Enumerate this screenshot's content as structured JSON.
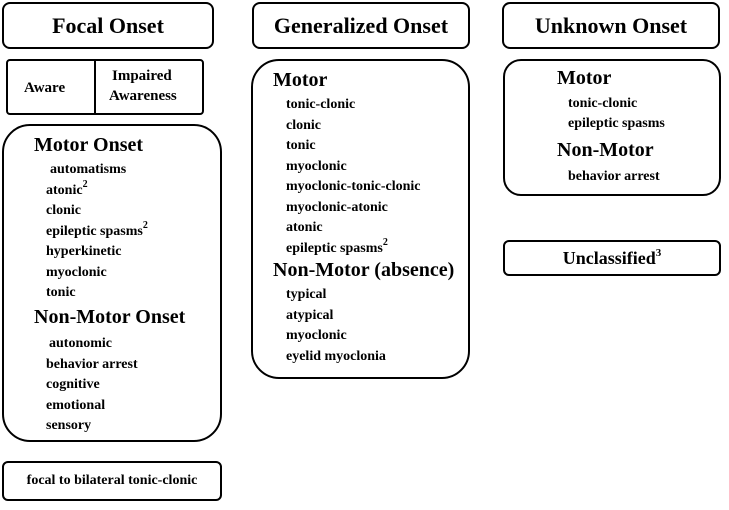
{
  "headers": {
    "focal": "Focal Onset",
    "generalized": "Generalized Onset",
    "unknown": "Unknown Onset"
  },
  "awareness": {
    "aware": "Aware",
    "impaired_line1": "Impaired",
    "impaired_line2": "Awareness"
  },
  "focal": {
    "motor_title": "Motor Onset",
    "motor_items": [
      {
        "text": "automatisms",
        "sup": ""
      },
      {
        "text": "atonic",
        "sup": "2"
      },
      {
        "text": "clonic",
        "sup": ""
      },
      {
        "text": "epileptic spasms",
        "sup": "2"
      },
      {
        "text": "hyperkinetic",
        "sup": ""
      },
      {
        "text": "myoclonic",
        "sup": ""
      },
      {
        "text": "tonic",
        "sup": ""
      }
    ],
    "nonmotor_title": "Non-Motor Onset",
    "nonmotor_items": [
      "autonomic",
      "behavior arrest",
      "cognitive",
      "emotional",
      "sensory"
    ]
  },
  "generalized": {
    "motor_title": "Motor",
    "motor_items": [
      {
        "text": "tonic-clonic",
        "sup": ""
      },
      {
        "text": "clonic",
        "sup": ""
      },
      {
        "text": "tonic",
        "sup": ""
      },
      {
        "text": "myoclonic",
        "sup": ""
      },
      {
        "text": "myoclonic-tonic-clonic",
        "sup": ""
      },
      {
        "text": "myoclonic-atonic",
        "sup": ""
      },
      {
        "text": "atonic",
        "sup": ""
      },
      {
        "text": "epileptic spasms",
        "sup": "2"
      }
    ],
    "nonmotor_title": "Non-Motor (absence)",
    "nonmotor_items": [
      "typical",
      "atypical",
      "myoclonic",
      "eyelid myoclonia"
    ]
  },
  "unknown": {
    "motor_title": "Motor",
    "motor_items": [
      "tonic-clonic",
      "epileptic spasms"
    ],
    "nonmotor_title": "Non-Motor",
    "nonmotor_items": [
      "behavior arrest"
    ]
  },
  "unclassified": {
    "text": "Unclassified",
    "sup": "3"
  },
  "bottom_note": "focal to bilateral tonic-clonic"
}
